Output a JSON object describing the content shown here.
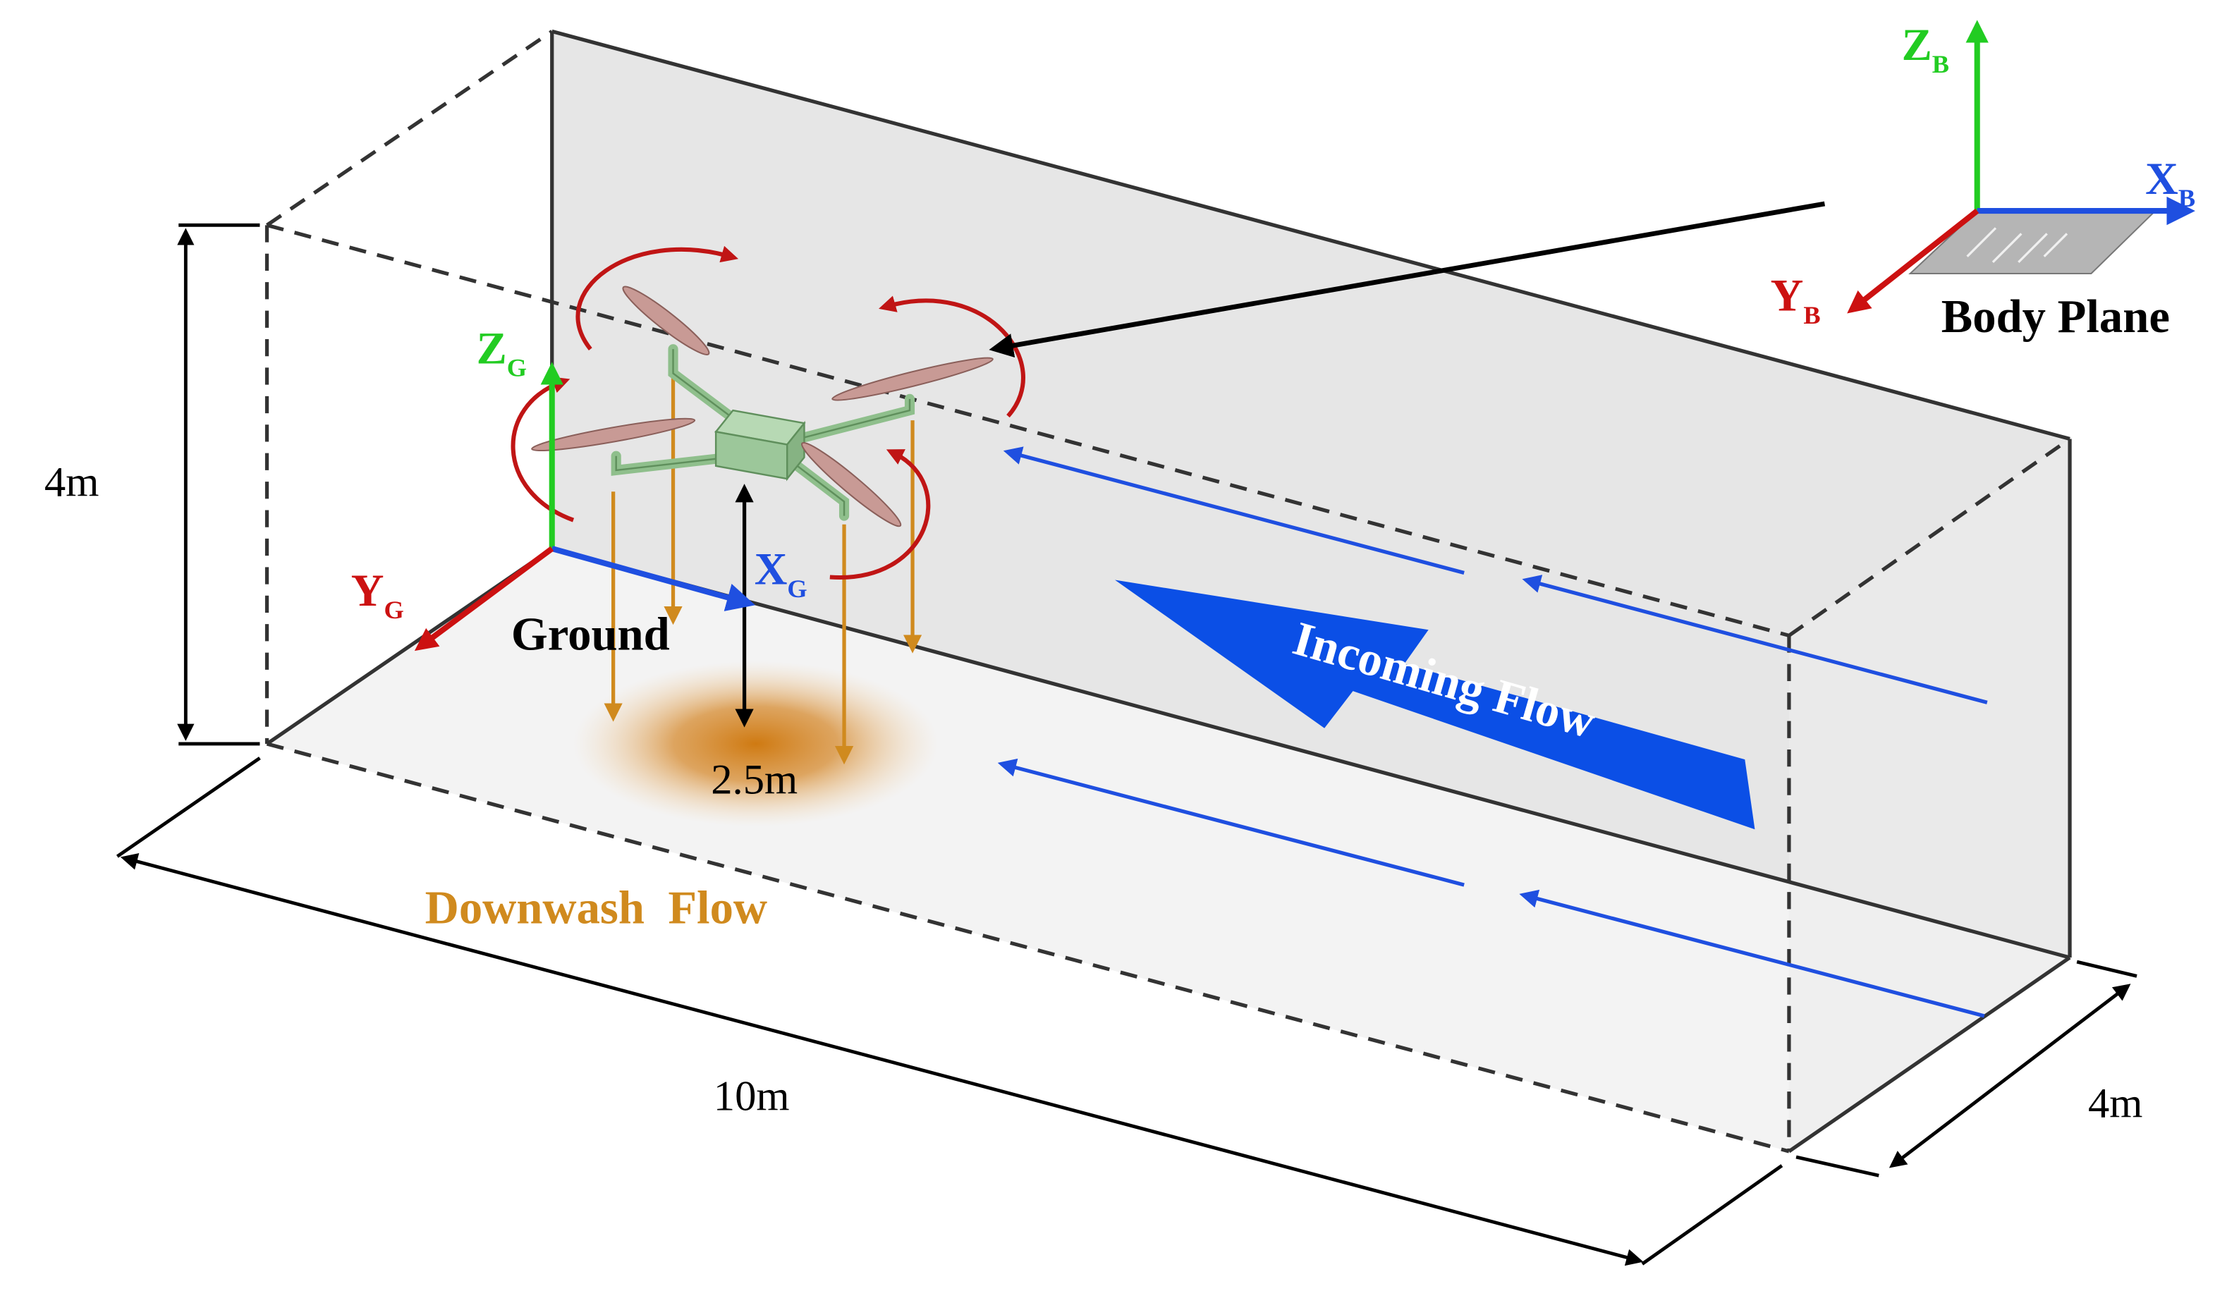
{
  "dimensions": {
    "height": "4m",
    "length": "10m",
    "width": "4m",
    "hover_height": "2.5m"
  },
  "ground_frame": {
    "z": {
      "letter": "Z",
      "sub": "G",
      "color": "#22cc22"
    },
    "x": {
      "letter": "X",
      "sub": "G",
      "color": "#1f4fe0"
    },
    "y": {
      "letter": "Y",
      "sub": "G",
      "color": "#cc1111"
    },
    "origin_label": "Ground"
  },
  "body_frame": {
    "z": {
      "letter": "Z",
      "sub": "B",
      "color": "#22cc22"
    },
    "x": {
      "letter": "X",
      "sub": "B",
      "color": "#1f4fe0"
    },
    "y": {
      "letter": "Y",
      "sub": "B",
      "color": "#cc1111"
    },
    "plane_label": "Body Plane"
  },
  "flows": {
    "incoming": {
      "label": "Incoming Flow",
      "color": "#0b4fe6"
    },
    "downwash": {
      "label": "Downwash  Flow",
      "color": "#d08a1e"
    }
  },
  "colors": {
    "rotor_arrow": "#c01515",
    "drone_body": "#9cc79a",
    "propeller": "#c89a95",
    "wall": "#e6e6e6",
    "floor": "#f2f2f2",
    "edge": "#333333"
  }
}
